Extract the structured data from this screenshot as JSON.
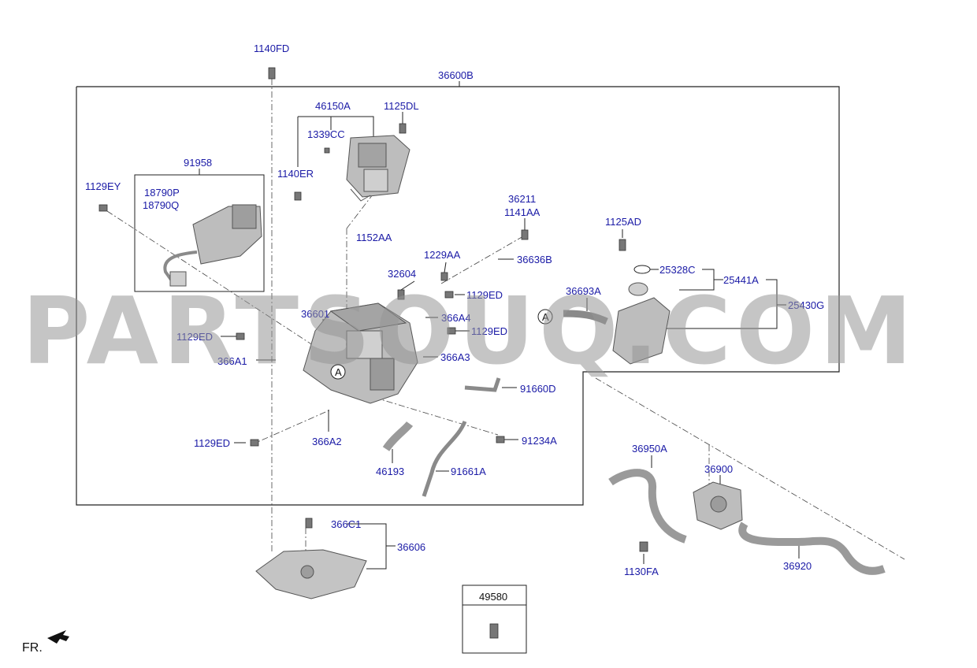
{
  "watermark": "PARTSOUQ.COM",
  "front_marker": "FR.",
  "callout_letter": "A",
  "labels": {
    "p1140FD": "1140FD",
    "p36600B": "36600B",
    "p46150A": "46150A",
    "p1125DL": "1125DL",
    "p1339CC": "1339CC",
    "p1140ER": "1140ER",
    "p91958": "91958",
    "p1129EY": "1129EY",
    "p18790P": "18790P",
    "p18790Q": "18790Q",
    "p36211": "36211",
    "p1141AA": "1141AA",
    "p1152AA": "1152AA",
    "p1229AA": "1229AA",
    "p36636B": "36636B",
    "p32604": "32604",
    "p1129ED_a": "1129ED",
    "p366A4": "366A4",
    "p36601": "36601",
    "p1129ED_b": "1129ED",
    "p1129ED_c": "1129ED",
    "p366A1": "366A1",
    "p366A3": "366A3",
    "p91660D": "91660D",
    "p1129ED_d": "1129ED",
    "p366A2": "366A2",
    "p91234A": "91234A",
    "p46193": "46193",
    "p91661A": "91661A",
    "p1125AD": "1125AD",
    "p25328C": "25328C",
    "p25441A": "25441A",
    "p36693A": "36693A",
    "p25430G": "25430G",
    "p36950A": "36950A",
    "p36900": "36900",
    "p1130FA": "1130FA",
    "p36920": "36920",
    "p366C1": "366C1",
    "p36606": "36606",
    "p49580": "49580"
  },
  "colors": {
    "label": "#1a1aa6",
    "line": "#222222",
    "part_fill": "#b9b9b9",
    "part_dark": "#7d7d7d"
  }
}
